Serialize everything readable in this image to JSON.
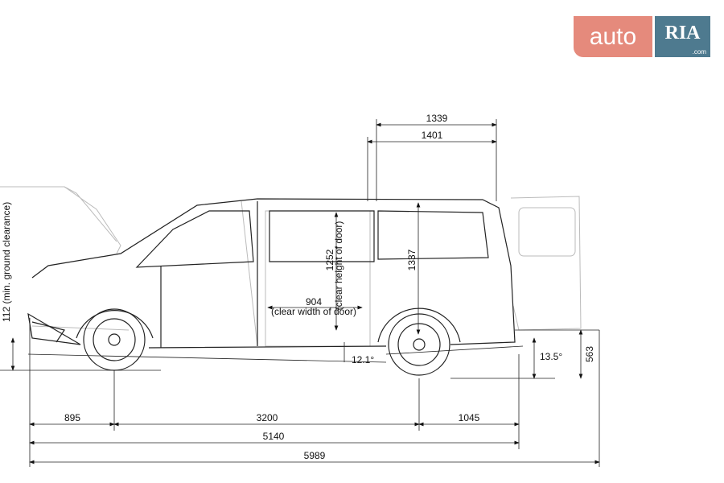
{
  "logo": {
    "auto": "auto",
    "ria": "RIA",
    "com": ".com"
  },
  "dimensions": {
    "top_1339": "1339",
    "top_1401": "1401",
    "height_1337": "1337",
    "door_height": "1252",
    "door_height_label": "(clear height of door)",
    "door_width": "904",
    "door_width_label": "(clear width of door)",
    "ramp_angle": "12.1°",
    "departure_angle": "13.5°",
    "rear_height": "563",
    "ground_clearance": "112  (min. ground clearance)",
    "front_overhang": "895",
    "wheelbase": "3200",
    "rear_overhang": "1045",
    "length": "5140",
    "length_open": "5989"
  }
}
